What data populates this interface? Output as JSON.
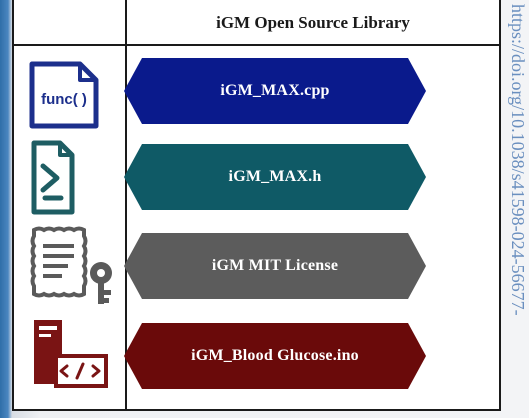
{
  "table": {
    "header": "iGM Open Source Library",
    "rows": [
      {
        "icon": "function-file-icon",
        "label": "iGM_MAX.cpp",
        "color": "#0a1a8c"
      },
      {
        "icon": "terminal-file-icon",
        "label": "iGM_MAX.h",
        "color": "#0f5a66"
      },
      {
        "icon": "license-certificate-icon",
        "label": "iGM MIT License",
        "color": "#5c5c5c"
      },
      {
        "icon": "code-server-icon",
        "label": "iGM_Blood Glucose.ino",
        "color": "#6a0a0a"
      }
    ]
  },
  "icons": {
    "func_text": "func( )"
  },
  "side_text": {
    "doi": "https://doi.org/10.1038/s41598-024-56677-"
  },
  "colors": {
    "icon_blue": "#1c2f8c",
    "icon_teal": "#1e5d63",
    "icon_gray": "#5a5a5a",
    "icon_maroon": "#7a1414"
  }
}
